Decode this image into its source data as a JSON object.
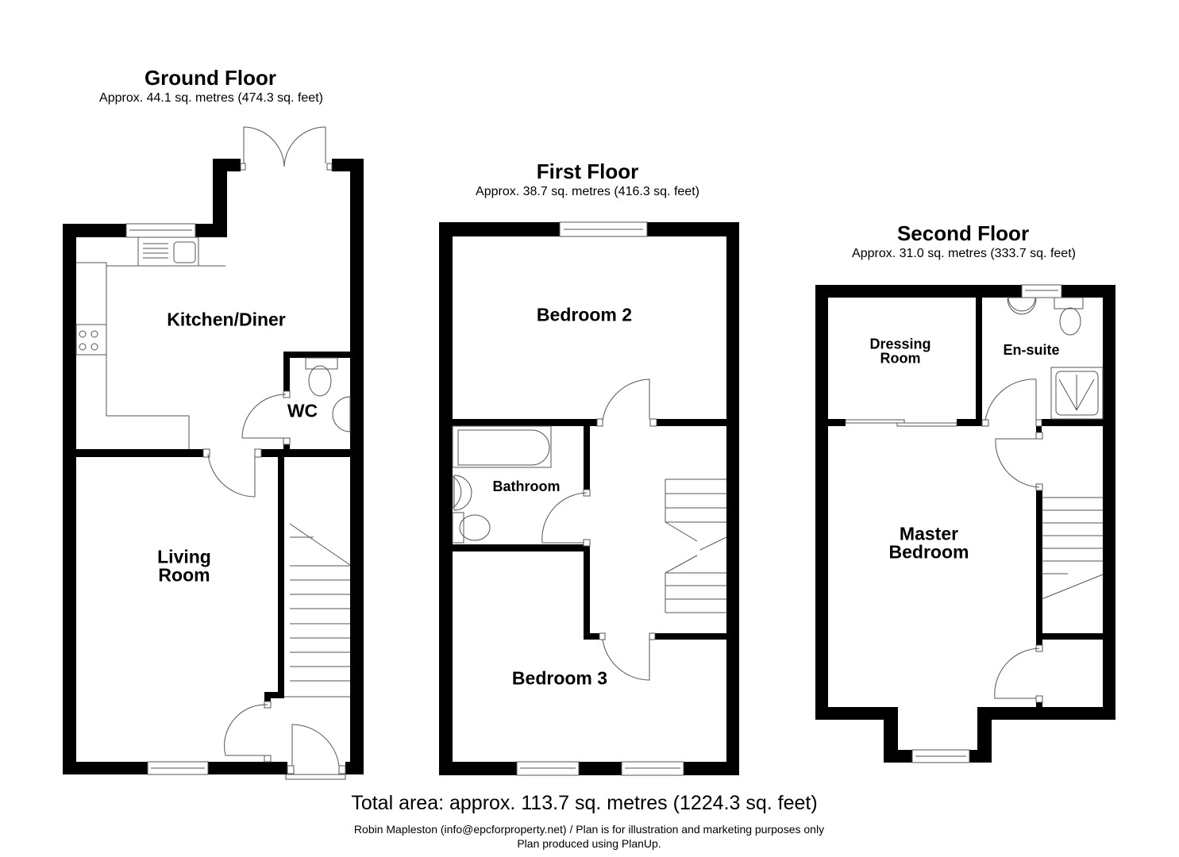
{
  "floors": [
    {
      "title": "Ground Floor",
      "area": "Approx. 44.1 sq. metres (474.3 sq. feet)",
      "rooms": [
        {
          "name": "Kitchen/Diner"
        },
        {
          "name": "WC"
        },
        {
          "name": "Living",
          "name2": "Room"
        }
      ]
    },
    {
      "title": "First Floor",
      "area": "Approx. 38.7 sq. metres (416.3 sq. feet)",
      "rooms": [
        {
          "name": "Bedroom 2"
        },
        {
          "name": "Bathroom"
        },
        {
          "name": "Bedroom 3"
        }
      ]
    },
    {
      "title": "Second Floor",
      "area": "Approx. 31.0 sq. metres (333.7 sq. feet)",
      "rooms": [
        {
          "name": "Dressing",
          "name2": "Room"
        },
        {
          "name": "En-suite"
        },
        {
          "name": "Master",
          "name2": "Bedroom"
        }
      ]
    }
  ],
  "footer": {
    "total": "Total area: approx. 113.7 sq. metres (1224.3 sq. feet)",
    "credit_line1": "Robin Mapleston (info@epcforproperty.net) / Plan is for illustration and marketing purposes only",
    "credit_line2": "Plan produced using PlanUp."
  },
  "colors": {
    "wall": "#000000",
    "fixture_line": "#555555",
    "background": "#ffffff"
  }
}
